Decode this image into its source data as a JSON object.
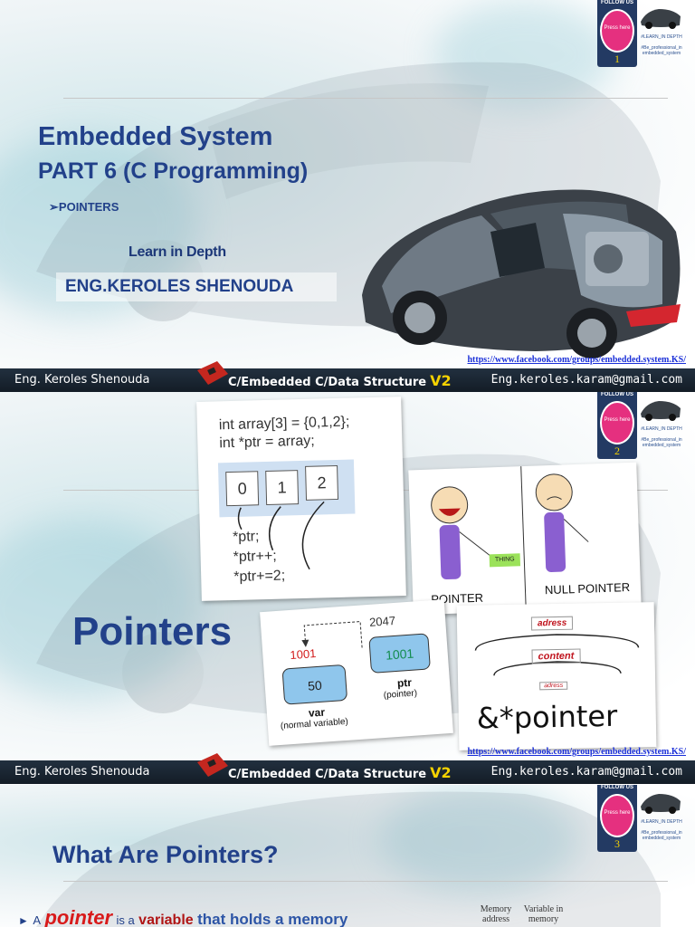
{
  "slides": [
    {
      "title": "Embedded System",
      "subtitle": "PART 6 (C Programming)",
      "bullet": "POINTERS",
      "tagline": "Learn in Depth",
      "author_banner": "ENG.KEROLES SHENOUDA",
      "badge": {
        "follow": "FOLLOW US",
        "press": "Press here",
        "number": "1",
        "line1": "#LEARN_IN DEPTH",
        "line2": "#Be_professional_in embedded_system"
      },
      "url": "https://www.facebook.com/groups/embedded.system.KS/"
    },
    {
      "title": "Pointers",
      "badge": {
        "follow": "FOLLOW US",
        "press": "Press here",
        "number": "2",
        "line1": "#LEARN_IN DEPTH",
        "line2": "#Be_professional_in embedded_system"
      },
      "url": "https://www.facebook.com/groups/embedded.system.KS/",
      "code_card": {
        "line1": "int array[3] = {0,1,2};",
        "line2": "int *ptr = array;",
        "cells": [
          "0",
          "1",
          "2"
        ],
        "ops": [
          "*ptr;",
          "*ptr++;",
          "*ptr+=2;"
        ]
      },
      "comic": {
        "thing": "THING",
        "pointer": "POINTER",
        "null_pointer": "NULL POINTER"
      },
      "memory_card": {
        "address_top": "2047",
        "address_var": "1001",
        "var_value": "50",
        "ptr_value": "1001",
        "var_label": "var",
        "var_note": "(normal variable)",
        "ptr_label": "ptr",
        "ptr_note": "(pointer)"
      },
      "ref_card": {
        "adress": "adress",
        "content": "content",
        "adress_small": "adress",
        "big": "&*pointer"
      }
    },
    {
      "title": "What Are Pointers?",
      "badge": {
        "follow": "FOLLOW US",
        "press": "Press here",
        "number": "3",
        "line1": "#LEARN_IN DEPTH",
        "line2": "#Be_professional_in embedded_system"
      },
      "bullet_a": "A",
      "bullet_pointer": "pointer",
      "bullet_is_a": "is a",
      "bullet_variable": "variable",
      "bullet_rest": "that holds a memory",
      "table_head1": "Memory address",
      "table_head2": "Variable in memory"
    }
  ],
  "footer": {
    "author": "Eng. Keroles Shenouda",
    "course": "C/Embedded C/Data Structure",
    "version": "V2",
    "email": "Eng.keroles.karam@gmail.com"
  },
  "colors": {
    "title_blue": "#22418a",
    "footer_bg": "#1b2632",
    "accent_yellow": "#f5d200",
    "badge_pink": "#e5307f",
    "badge_navy": "#233a63"
  }
}
